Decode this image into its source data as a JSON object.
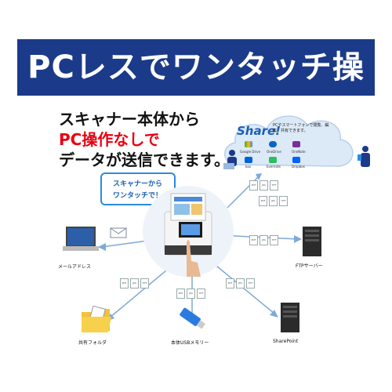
{
  "banner": {
    "title": "PCレスでワンタッチ操作"
  },
  "headline": {
    "line1": "スキャナー本体から",
    "line2": "PC操作なしで",
    "line3": "データが送信できます。"
  },
  "callout": {
    "line1": "スキャナーから",
    "line2": "ワンタッチで！"
  },
  "cloud": {
    "title": "Share!",
    "subtitle": "PCやスマートフォンで閲覧、編集、共有できます。",
    "services": [
      "Google Drive",
      "OneDrive",
      "OneNote",
      "box",
      "Evernote",
      "Dropbox"
    ]
  },
  "targets": {
    "email": "メールアドレス",
    "ftp": "FTPサーバー",
    "shared_folder": "共有フォルダ",
    "usb": "本体USBメモリー",
    "sharepoint": "SharePoint"
  },
  "file_types": [
    "PDF",
    "JPG",
    "TIFF"
  ],
  "colors": {
    "banner": "#1b3a8a",
    "accent_red": "#e60012",
    "arrow_blue": "#2a8be0",
    "cloud": "#dce9f7"
  }
}
